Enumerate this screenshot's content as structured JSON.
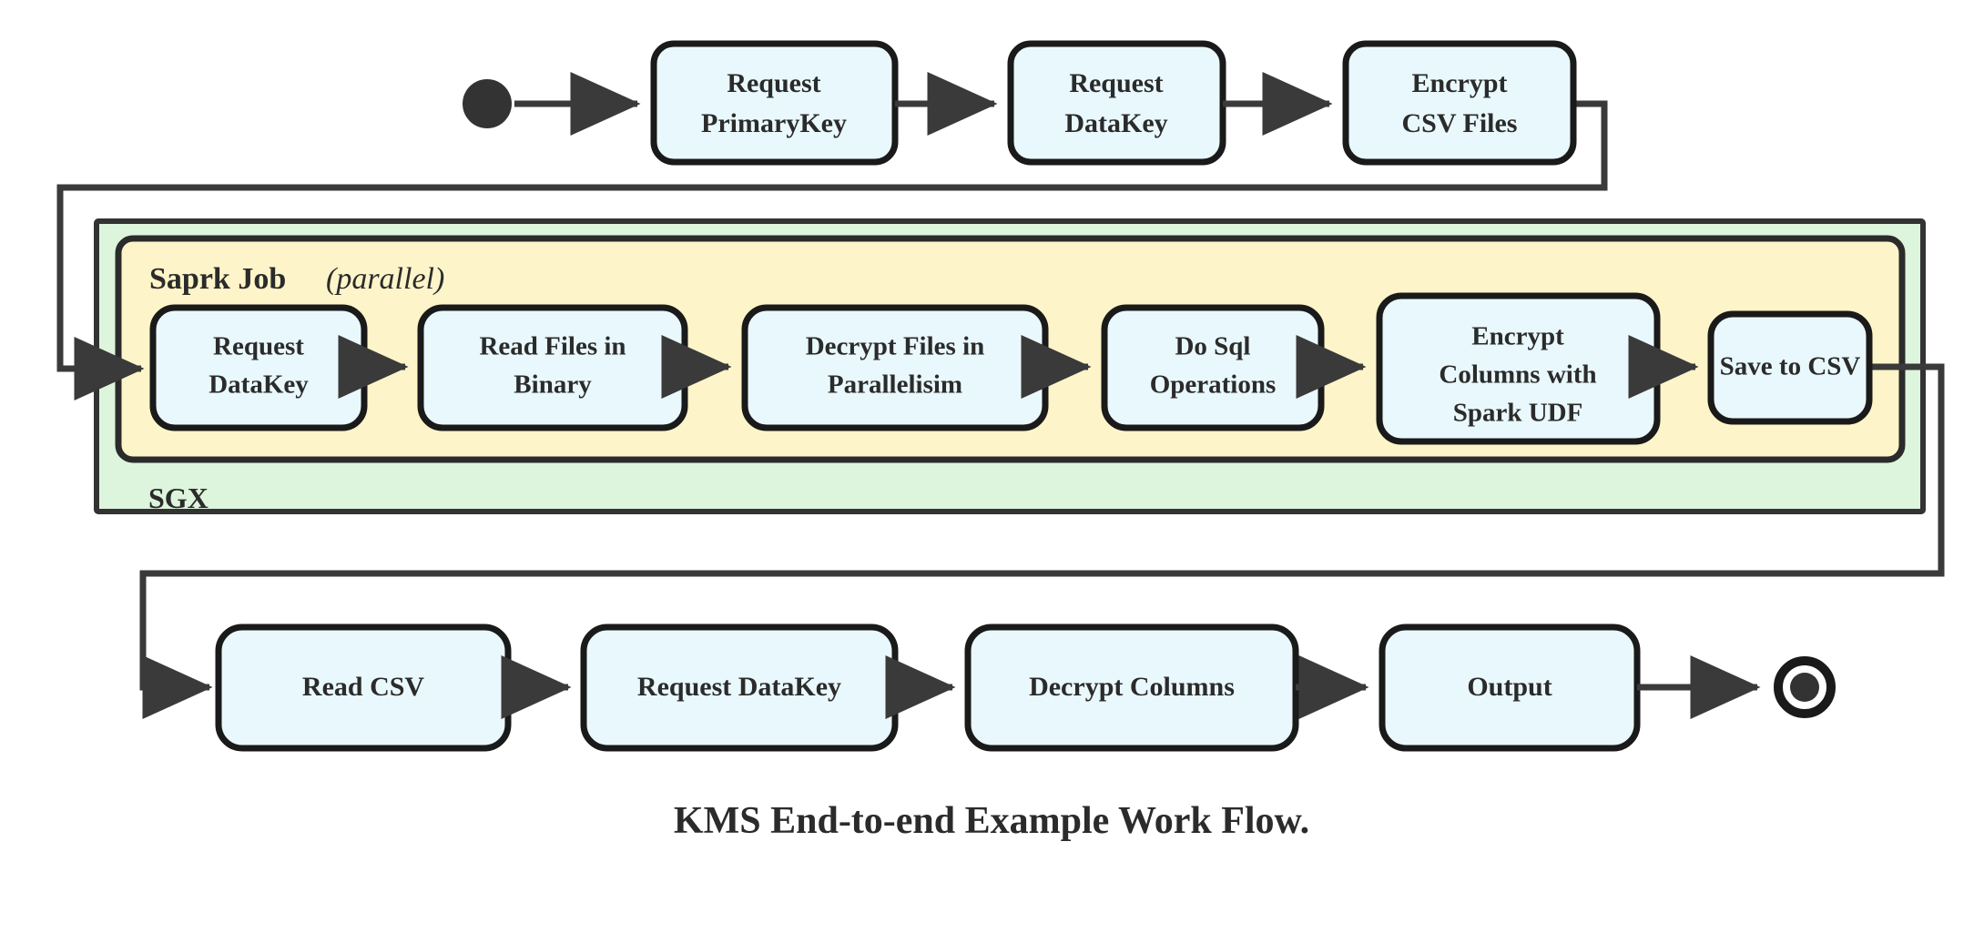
{
  "diagram": {
    "caption": "KMS End-to-end Example Work Flow.",
    "colors": {
      "node_fill": "#e9f8fc",
      "node_stroke": "#1a1a1a",
      "sgx_fill": "#ddf5dc",
      "spark_fill": "#fdf5c9",
      "edge": "#3a3a3a",
      "text": "#2b2b2b"
    },
    "start_node": {
      "name": "start"
    },
    "end_node": {
      "name": "end"
    },
    "groups": {
      "sgx": {
        "label": "SGX"
      },
      "spark": {
        "label": "Saprk Job",
        "qualifier": "(parallel)",
        "qualifier_open": "(",
        "qualifier_word": "parallel",
        "qualifier_close": ")"
      }
    },
    "rows": {
      "top": [
        {
          "id": "request-primarykey",
          "line1": "Request",
          "line2": "PrimaryKey"
        },
        {
          "id": "request-datakey-top",
          "line1": "Request",
          "line2": "DataKey"
        },
        {
          "id": "encrypt-csv-files",
          "line1": "Encrypt",
          "line2": "CSV Files"
        }
      ],
      "spark": [
        {
          "id": "request-datakey-spark",
          "line1": "Request",
          "line2": "DataKey",
          "line3": ""
        },
        {
          "id": "read-files-in-binary",
          "line1": "Read Files in",
          "line2": "Binary",
          "line3": ""
        },
        {
          "id": "decrypt-files-in-parallelisim",
          "line1": "Decrypt Files in",
          "line2": "Parallelisim",
          "line3": ""
        },
        {
          "id": "do-sql-operations",
          "line1": "Do Sql",
          "line2": "Operations",
          "line3": ""
        },
        {
          "id": "encrypt-columns-with-spark-udf",
          "line1": "Encrypt",
          "line2": "Columns with",
          "line3": "Spark UDF"
        },
        {
          "id": "save-to-csv",
          "line1": "Save to CSV",
          "line2": "",
          "line3": ""
        }
      ],
      "bottom": [
        {
          "id": "read-csv",
          "line1": "Read CSV"
        },
        {
          "id": "request-datakey-bottom",
          "line1": "Request DataKey"
        },
        {
          "id": "decrypt-columns",
          "line1": "Decrypt Columns"
        },
        {
          "id": "output",
          "line1": "Output"
        }
      ]
    }
  }
}
